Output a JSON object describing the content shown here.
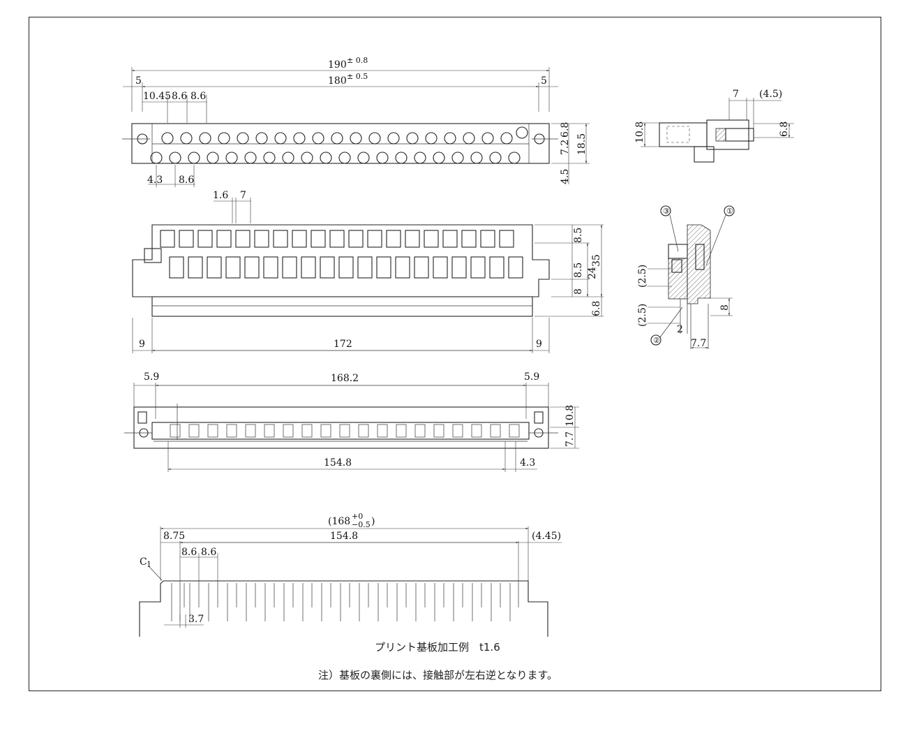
{
  "top_view": {
    "dims": {
      "overall": "190",
      "overall_tol": "± 0.8",
      "pitch_total": "180",
      "pitch_total_tol": "± 0.5",
      "left_margin": "5",
      "right_margin": "5",
      "first_offset": "10.45",
      "pitch_a": "8.6",
      "pitch_b": "8.6",
      "offset_lower": "4.3",
      "pitch_lower": "8.6",
      "h_top": "7.2",
      "h_top2": "6.8",
      "h_total": "18.5",
      "h_bottom": "4.5"
    }
  },
  "front_view": {
    "dims": {
      "gap": "1.6",
      "width": "7",
      "upper": "8.5",
      "mid": "8.5",
      "lower": "8",
      "h24": "24",
      "h35": "35",
      "h68": "6.8",
      "left": "9",
      "center": "172",
      "right": "9"
    }
  },
  "bottom_view": {
    "dims": {
      "left": "5.9",
      "center": "168.2",
      "right": "5.9",
      "span": "154.8",
      "right_offset": "4.3",
      "h1": "10.8",
      "h2": "7.7"
    }
  },
  "side_view": {
    "dims": {
      "d7": "7",
      "d45": "(4.5)",
      "h108": "10.8",
      "h68": "6.8"
    }
  },
  "section_view": {
    "labels": {
      "c1": "①",
      "c2": "②",
      "c3": "③"
    },
    "dims": {
      "a": "(2.5)",
      "b": "(2.5)",
      "c": "8",
      "d": "2",
      "e": "7.7"
    }
  },
  "pcb_view": {
    "dims": {
      "overall": "(168",
      "overall_tol_top": "+0",
      "overall_tol_bot": "−0.5",
      "overall_close": ")",
      "left": "8.75",
      "span": "154.8",
      "right": "(4.45)",
      "p1": "8.6",
      "p2": "8.6",
      "finger": "3.7",
      "chamfer": "C",
      "chamfer_sub": "1"
    },
    "caption": "プリント基板加工例　t1.6",
    "note": "注）基板の裏側には、接触部が左右逆となります。"
  }
}
